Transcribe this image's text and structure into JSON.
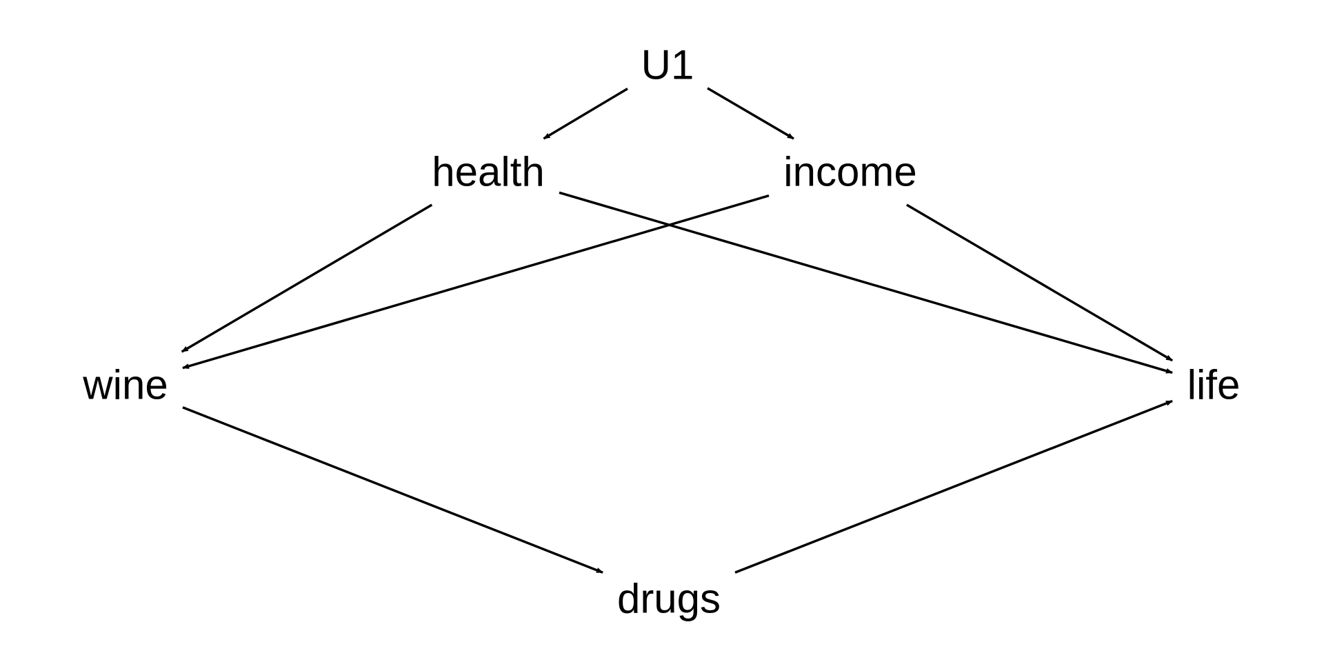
{
  "diagram": {
    "type": "directed-acyclic-graph",
    "nodes": [
      {
        "id": "U1",
        "label": "U1"
      },
      {
        "id": "health",
        "label": "health"
      },
      {
        "id": "income",
        "label": "income"
      },
      {
        "id": "wine",
        "label": "wine"
      },
      {
        "id": "life",
        "label": "life"
      },
      {
        "id": "drugs",
        "label": "drugs"
      }
    ],
    "edges": [
      {
        "from": "U1",
        "to": "health"
      },
      {
        "from": "U1",
        "to": "income"
      },
      {
        "from": "health",
        "to": "wine"
      },
      {
        "from": "health",
        "to": "life"
      },
      {
        "from": "income",
        "to": "wine"
      },
      {
        "from": "income",
        "to": "life"
      },
      {
        "from": "wine",
        "to": "drugs"
      },
      {
        "from": "drugs",
        "to": "life"
      }
    ],
    "colors": {
      "background": "#ffffff",
      "edge": "#000000",
      "text": "#000000"
    }
  }
}
